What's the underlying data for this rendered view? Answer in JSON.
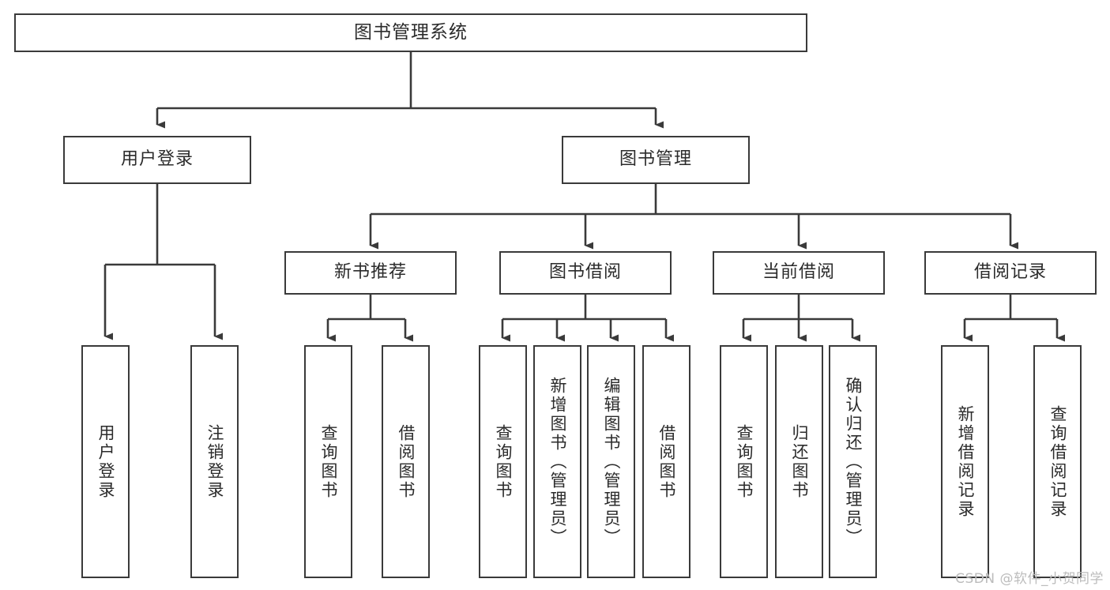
{
  "diagram": {
    "title": "图书管理系统",
    "watermark": "CSDN @软件_小贺同学",
    "colors": {
      "box_border": "#3a3a3a",
      "connector": "#3a3a3a",
      "text": "#2b2b2b",
      "background": "#ffffff",
      "watermark": "#bcbcbc"
    },
    "root": {
      "label": "图书管理系统"
    },
    "level2": [
      {
        "label": "用户登录"
      },
      {
        "label": "图书管理"
      }
    ],
    "level3": [
      {
        "label": "新书推荐"
      },
      {
        "label": "图书借阅"
      },
      {
        "label": "当前借阅"
      },
      {
        "label": "借阅记录"
      }
    ],
    "leaves": {
      "user_login": [
        {
          "label": "用户登录"
        },
        {
          "label": "注销登录"
        }
      ],
      "new_book_recommend": [
        {
          "label": "查询图书"
        },
        {
          "label": "借阅图书"
        }
      ],
      "book_borrow": [
        {
          "label": "查询图书"
        },
        {
          "label": "新增图书（管理员）"
        },
        {
          "label": "编辑图书（管理员）"
        },
        {
          "label": "借阅图书"
        }
      ],
      "current_borrow": [
        {
          "label": "查询图书"
        },
        {
          "label": "归还图书"
        },
        {
          "label": "确认归还（管理员）"
        }
      ],
      "borrow_record": [
        {
          "label": "新增借阅记录"
        },
        {
          "label": "查询借阅记录"
        }
      ]
    }
  }
}
